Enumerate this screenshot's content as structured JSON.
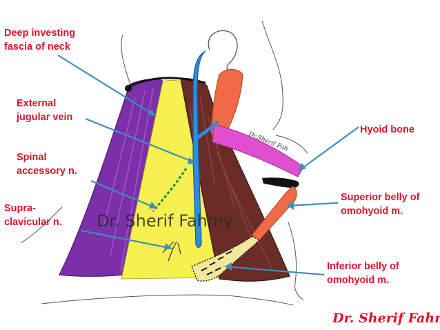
{
  "labels": {
    "deep_fascia_l1": "Deep investing",
    "deep_fascia_l2": "fascia of neck",
    "ext_jugular_l1": "External",
    "ext_jugular_l2": "jugular vein",
    "spinal_acc_l1": "Spinal",
    "spinal_acc_l2": "accessory n.",
    "supraclav_l1": "Supra-",
    "supraclav_l2": "clavicular n.",
    "hyoid": "Hyoid bone",
    "sup_omo_l1": "Superior belly of",
    "sup_omo_l2": "omohyoid m.",
    "inf_omo_l1": "Inferior belly of",
    "inf_omo_l2": "omohyoid m."
  },
  "watermark": "Dr. Sherif Fahmy",
  "signature": "Dr. Sherif Fahmy",
  "colors": {
    "label": "#e0102a",
    "pointer": "#3f8fb6",
    "trapezius": "#7b2fa8",
    "posterior_triangle": "#f6f050",
    "sternocleidomastoid": "#6a2c26",
    "external_jugular": "#2d8fd8",
    "omohyoid": "#f06a45",
    "hyoid_membrane": "#e04fd0"
  }
}
